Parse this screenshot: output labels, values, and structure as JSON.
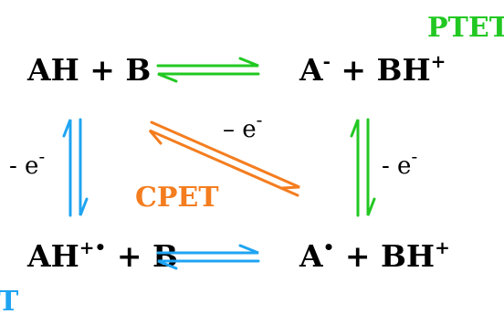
{
  "scheme": {
    "species": {
      "top_left": "AH + B",
      "top_right_main": "A",
      "top_right_charge": "-",
      "top_right_rest": " + BH",
      "top_right_rest_charge": "+",
      "bottom_left_main": "AH",
      "bottom_left_charge": "+•",
      "bottom_left_rest": " + B",
      "bottom_right_main": "A",
      "bottom_right_dot": "•",
      "bottom_right_rest": " + BH",
      "bottom_right_rest_charge": "+"
    },
    "electron_loss": {
      "left": "- e",
      "left_sup": "-",
      "diagonal": "– e",
      "diagonal_sup": "-",
      "right": "- e",
      "right_sup": "-"
    },
    "pathways": {
      "top": "PTET",
      "diagonal": "CPET",
      "bottom": "T"
    },
    "colors": {
      "ptet": "#22c822",
      "cpet": "#f47d1f",
      "etpt": "#1fa4f2",
      "text": "#000000"
    }
  }
}
